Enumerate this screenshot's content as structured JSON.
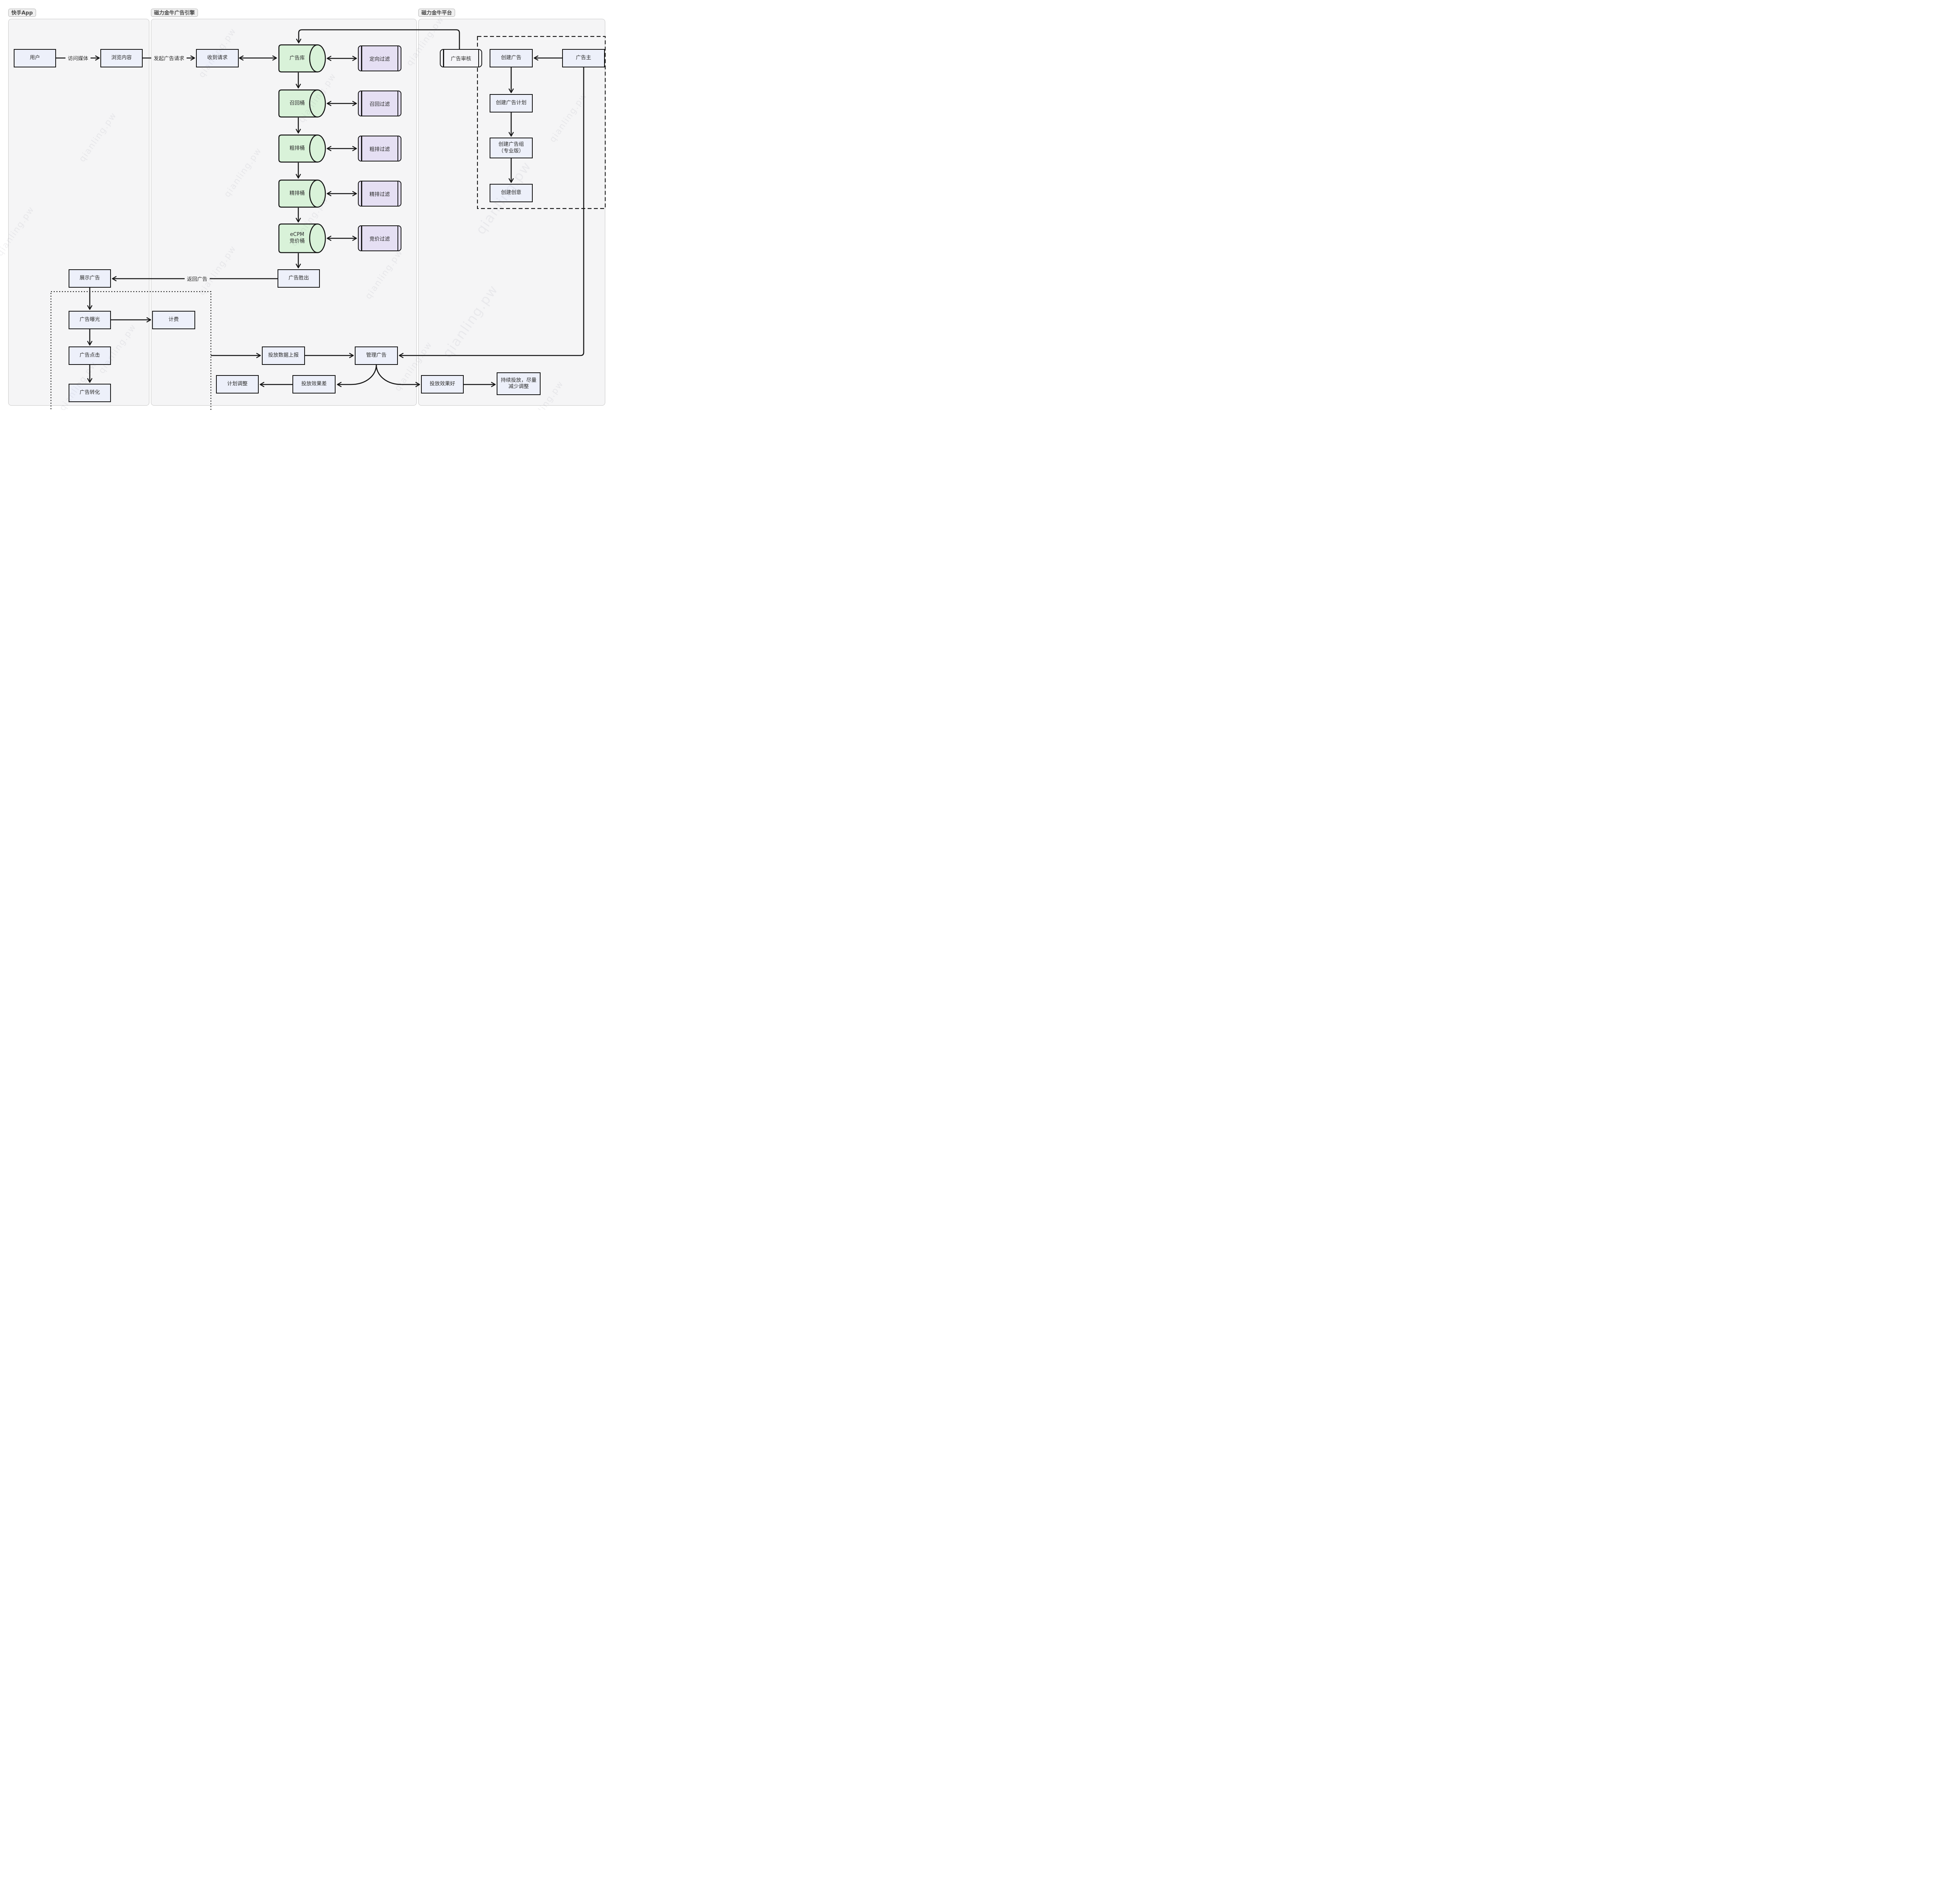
{
  "watermark": "qianling.pw",
  "colors": {
    "node_fill": "#edf0fa",
    "bucket_fill": "#d9f2d9",
    "filter_fill": "#e5dff3",
    "review_fill": "#f5f5f8",
    "lane_fill": "#f5f5f6",
    "edge_stroke": "#141414",
    "lane_border": "#c8c8c8"
  },
  "lanes": {
    "app": "快手App",
    "engine": "磁力金牛广告引擎",
    "platform": "磁力金牛平台"
  },
  "nodes": {
    "user": "用户",
    "browse": "浏览内容",
    "receive": "收到请求",
    "ad_store": "广告库",
    "targeting_filter": "定向过滤",
    "ad_review": "广告审核",
    "create_ad": "创建广告",
    "advertiser": "广告主",
    "recall_bucket": "召回桶",
    "recall_filter": "召回过滤",
    "coarse_bucket": "粗排桶",
    "coarse_filter": "粗排过滤",
    "fine_bucket": "精排桶",
    "fine_filter": "精排过滤",
    "ecpm_line1": "eCPM",
    "ecpm_line2": "竞价桶",
    "bid_filter": "竞价过滤",
    "create_plan": "创建广告计划",
    "create_group_line1": "创建广告组",
    "create_group_line2": "（专业版）",
    "create_creative": "创建创意",
    "show_ad": "展示广告",
    "ad_win": "广告胜出",
    "impression": "广告曝光",
    "billing": "计费",
    "click": "广告点击",
    "conversion": "广告转化",
    "data_report": "投放数据上报",
    "manage_ad": "管理广告",
    "plan_adjust": "计划调整",
    "poor_perf": "投放效果差",
    "good_perf": "投放效果好",
    "keep_line1": "持续投放，尽量",
    "keep_line2": "减少调整"
  },
  "edge_labels": {
    "visit_media": "访问媒体",
    "ad_request": "发起广告请求",
    "return_ad": "返回广告"
  }
}
